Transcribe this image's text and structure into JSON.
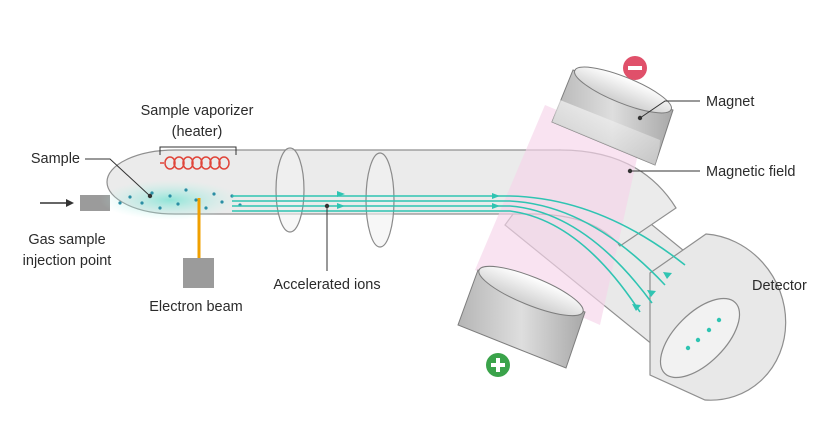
{
  "labels": {
    "sample_vaporizer": "Sample vaporizer",
    "heater": "(heater)",
    "sample": "Sample",
    "gas_sample_line1": "Gas sample",
    "gas_sample_line2": "injection point",
    "electron_beam": "Electron beam",
    "accelerated_ions": "Accelerated ions",
    "magnet": "Magnet",
    "magnetic_field": "Magnetic field",
    "detector": "Detector"
  },
  "symbols": {
    "negative": "−",
    "positive": "+"
  },
  "colors": {
    "tube_fill": "#e9e9e9",
    "tube_stroke": "#8f8f8f",
    "ion_beam": "#2fc4b2",
    "magnetic_field": "#f6d4ea",
    "negative_pole": "#e0506a",
    "positive_pole": "#3aa34a",
    "heater_coil": "#e0453a",
    "electron_beam": "#f0a000"
  },
  "icons": [
    "arrow-right-icon",
    "minus-icon",
    "plus-icon"
  ]
}
